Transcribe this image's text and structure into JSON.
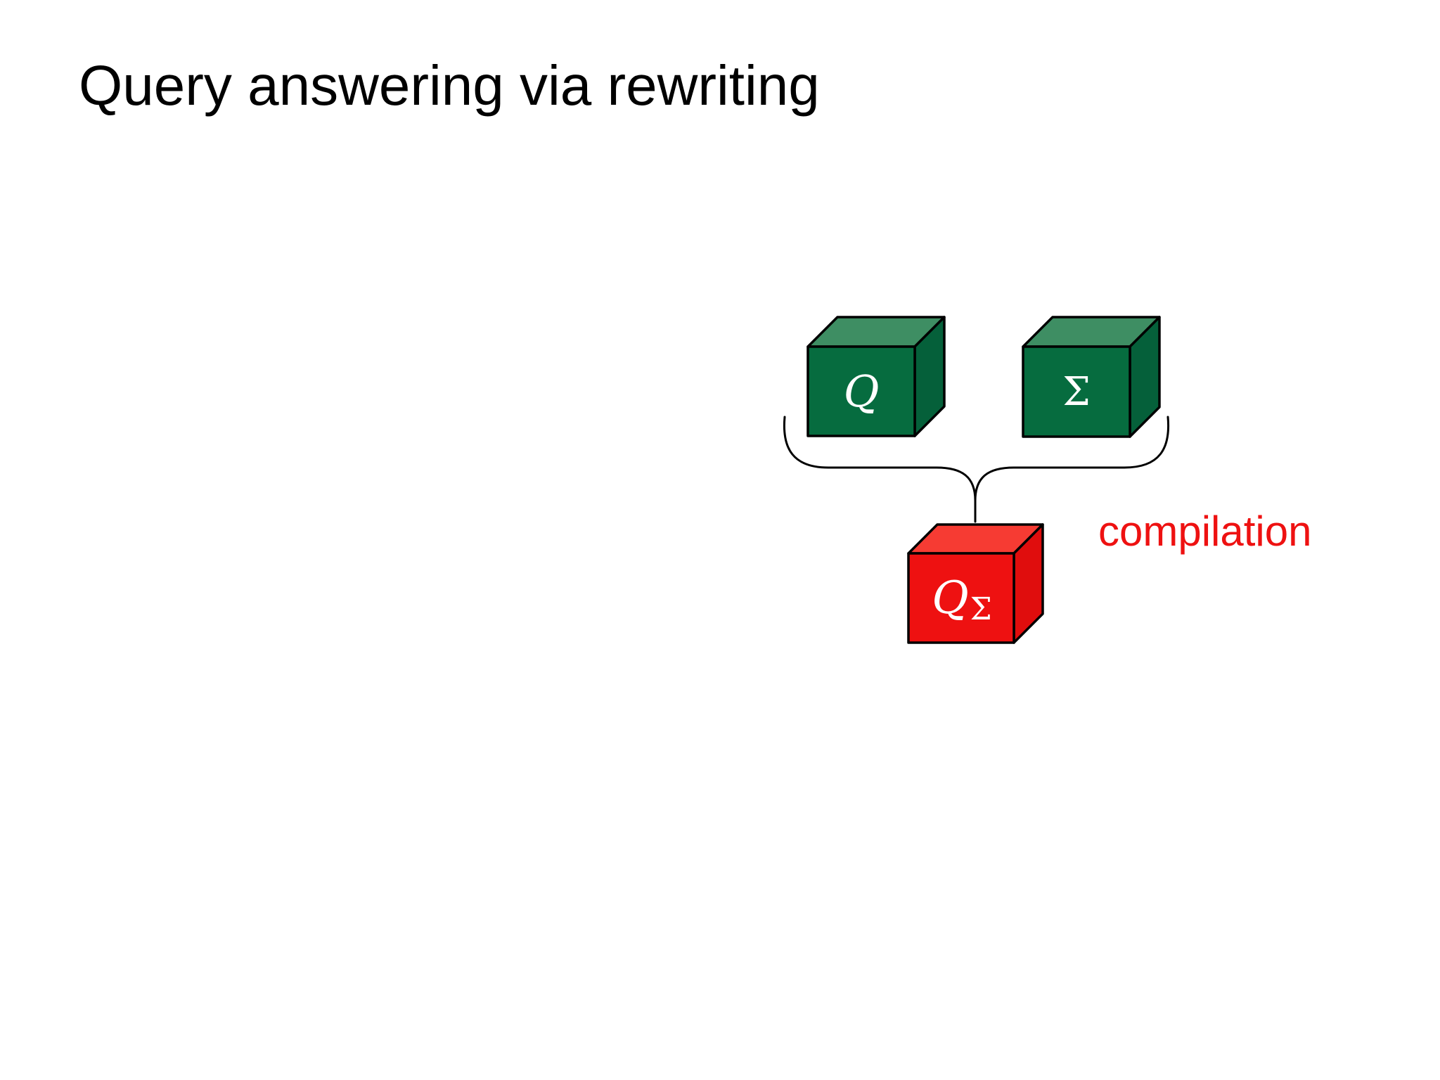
{
  "slide": {
    "title": "Query answering via rewriting",
    "background_color": "#ffffff",
    "title_color": "#000000"
  },
  "diagram": {
    "cubes": [
      {
        "name": "query-cube",
        "label": "Q",
        "front_color": "#066C3F",
        "top_color": "#3E8E63",
        "side_color": "#05603A",
        "label_color": "#ffffff"
      },
      {
        "name": "sigma-cube",
        "label": "Σ",
        "front_color": "#066C3F",
        "top_color": "#3E8E63",
        "side_color": "#05603A",
        "label_color": "#ffffff"
      },
      {
        "name": "compiled-query-cube",
        "label_main": "Q",
        "label_sub": "Σ",
        "front_color": "#EE1111",
        "top_color": "#F63B33",
        "side_color": "#E00D0D",
        "label_color": "#ffffff"
      }
    ],
    "brace": {
      "color": "#000000"
    },
    "annotation": {
      "text": "compilation",
      "color": "#EE1111"
    }
  }
}
